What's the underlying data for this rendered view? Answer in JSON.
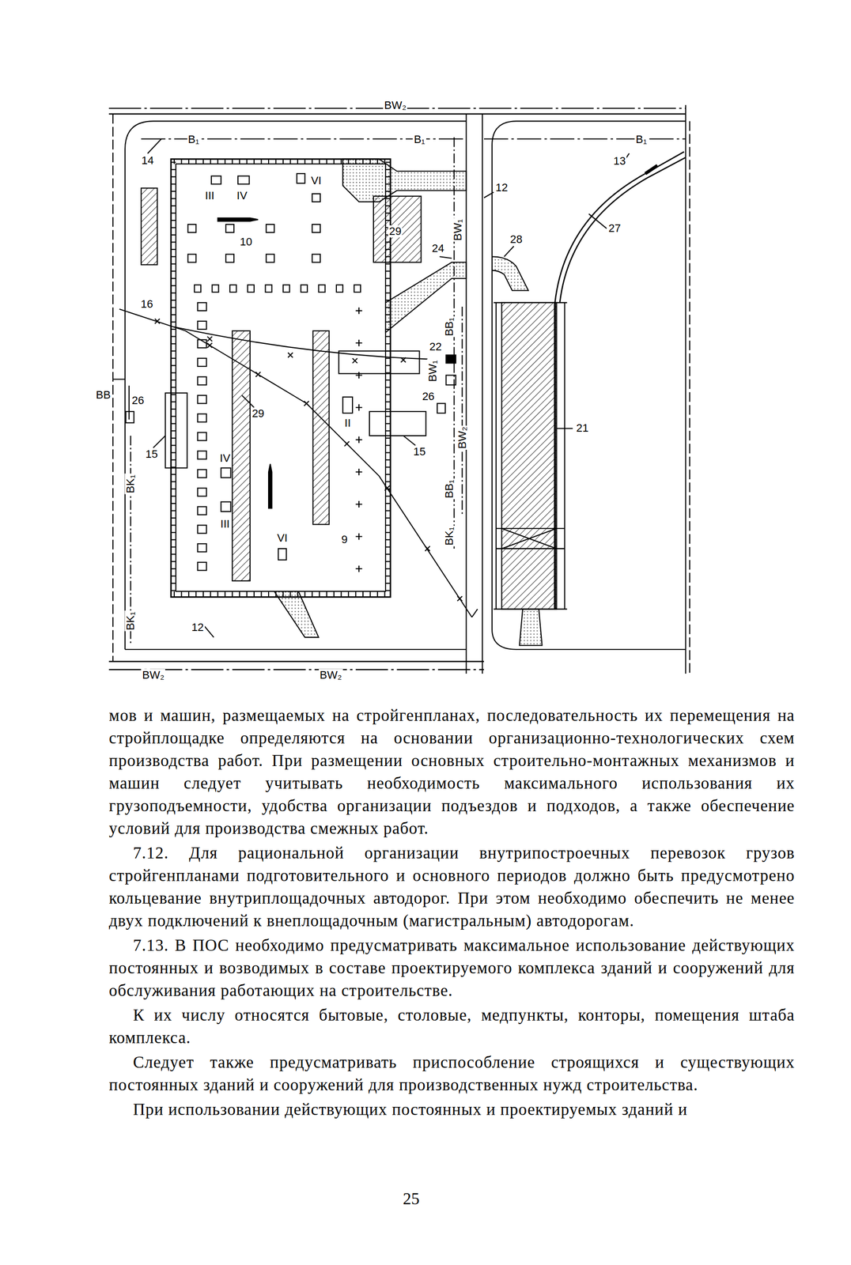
{
  "diagram": {
    "labels": [
      "BW₂",
      "B₁",
      "B₁",
      "B₁",
      "14",
      "13",
      "12",
      "III",
      "IV",
      "VI",
      "10",
      "29",
      "24",
      "BW₁",
      "28",
      "27",
      "16",
      "BB₁",
      "22",
      "BW₁",
      "BB",
      "26",
      "26",
      "15",
      "29",
      "15",
      "21",
      "BW₂",
      "IV",
      "BK₁",
      "BB₁",
      "III",
      "VI",
      "9",
      "II",
      "BK₁",
      "BK₁",
      "12",
      "BW₂",
      "BW₂",
      "мов и машин, размещаемых на стройгенпланах, последовательность их перемещения на стройплощадке определяются на основании организационно-технологических схем производства работ. При размещении основных строительно-монтажных механизмов и машин следует учитывать необходимость максимального использования их грузоподъемности, удобства организации подъездов и подходов, а также обеспечение условий для производства смежных работ.",
      "7.12. Для рациональной организации внутрипостроечных перевозок грузов стройгенпланами подготовительного и основного периодов должно быть предусмотрено кольцевание внутриплощадочных автодорог. При этом необходимо обеспечить не менее двух подключений к внеплощадочным (магистральным) автодорогам.",
      "7.13. В ПОС необходимо предусматривать максимальное использование действующих постоянных и возводимых в составе проектируемого комплекса зданий и сооружений для обслуживания работающих на строительстве.",
      "К их числу относятся бытовые, столовые, медпункты, конторы, помещения штаба комплекса.",
      "Следует также предусматривать приспособление строящихся и существующих постоянных зданий и сооружений для производственных нужд строительства.",
      "При использовании действующих постоянных и проектируемых зданий и",
      "25"
    ]
  }
}
